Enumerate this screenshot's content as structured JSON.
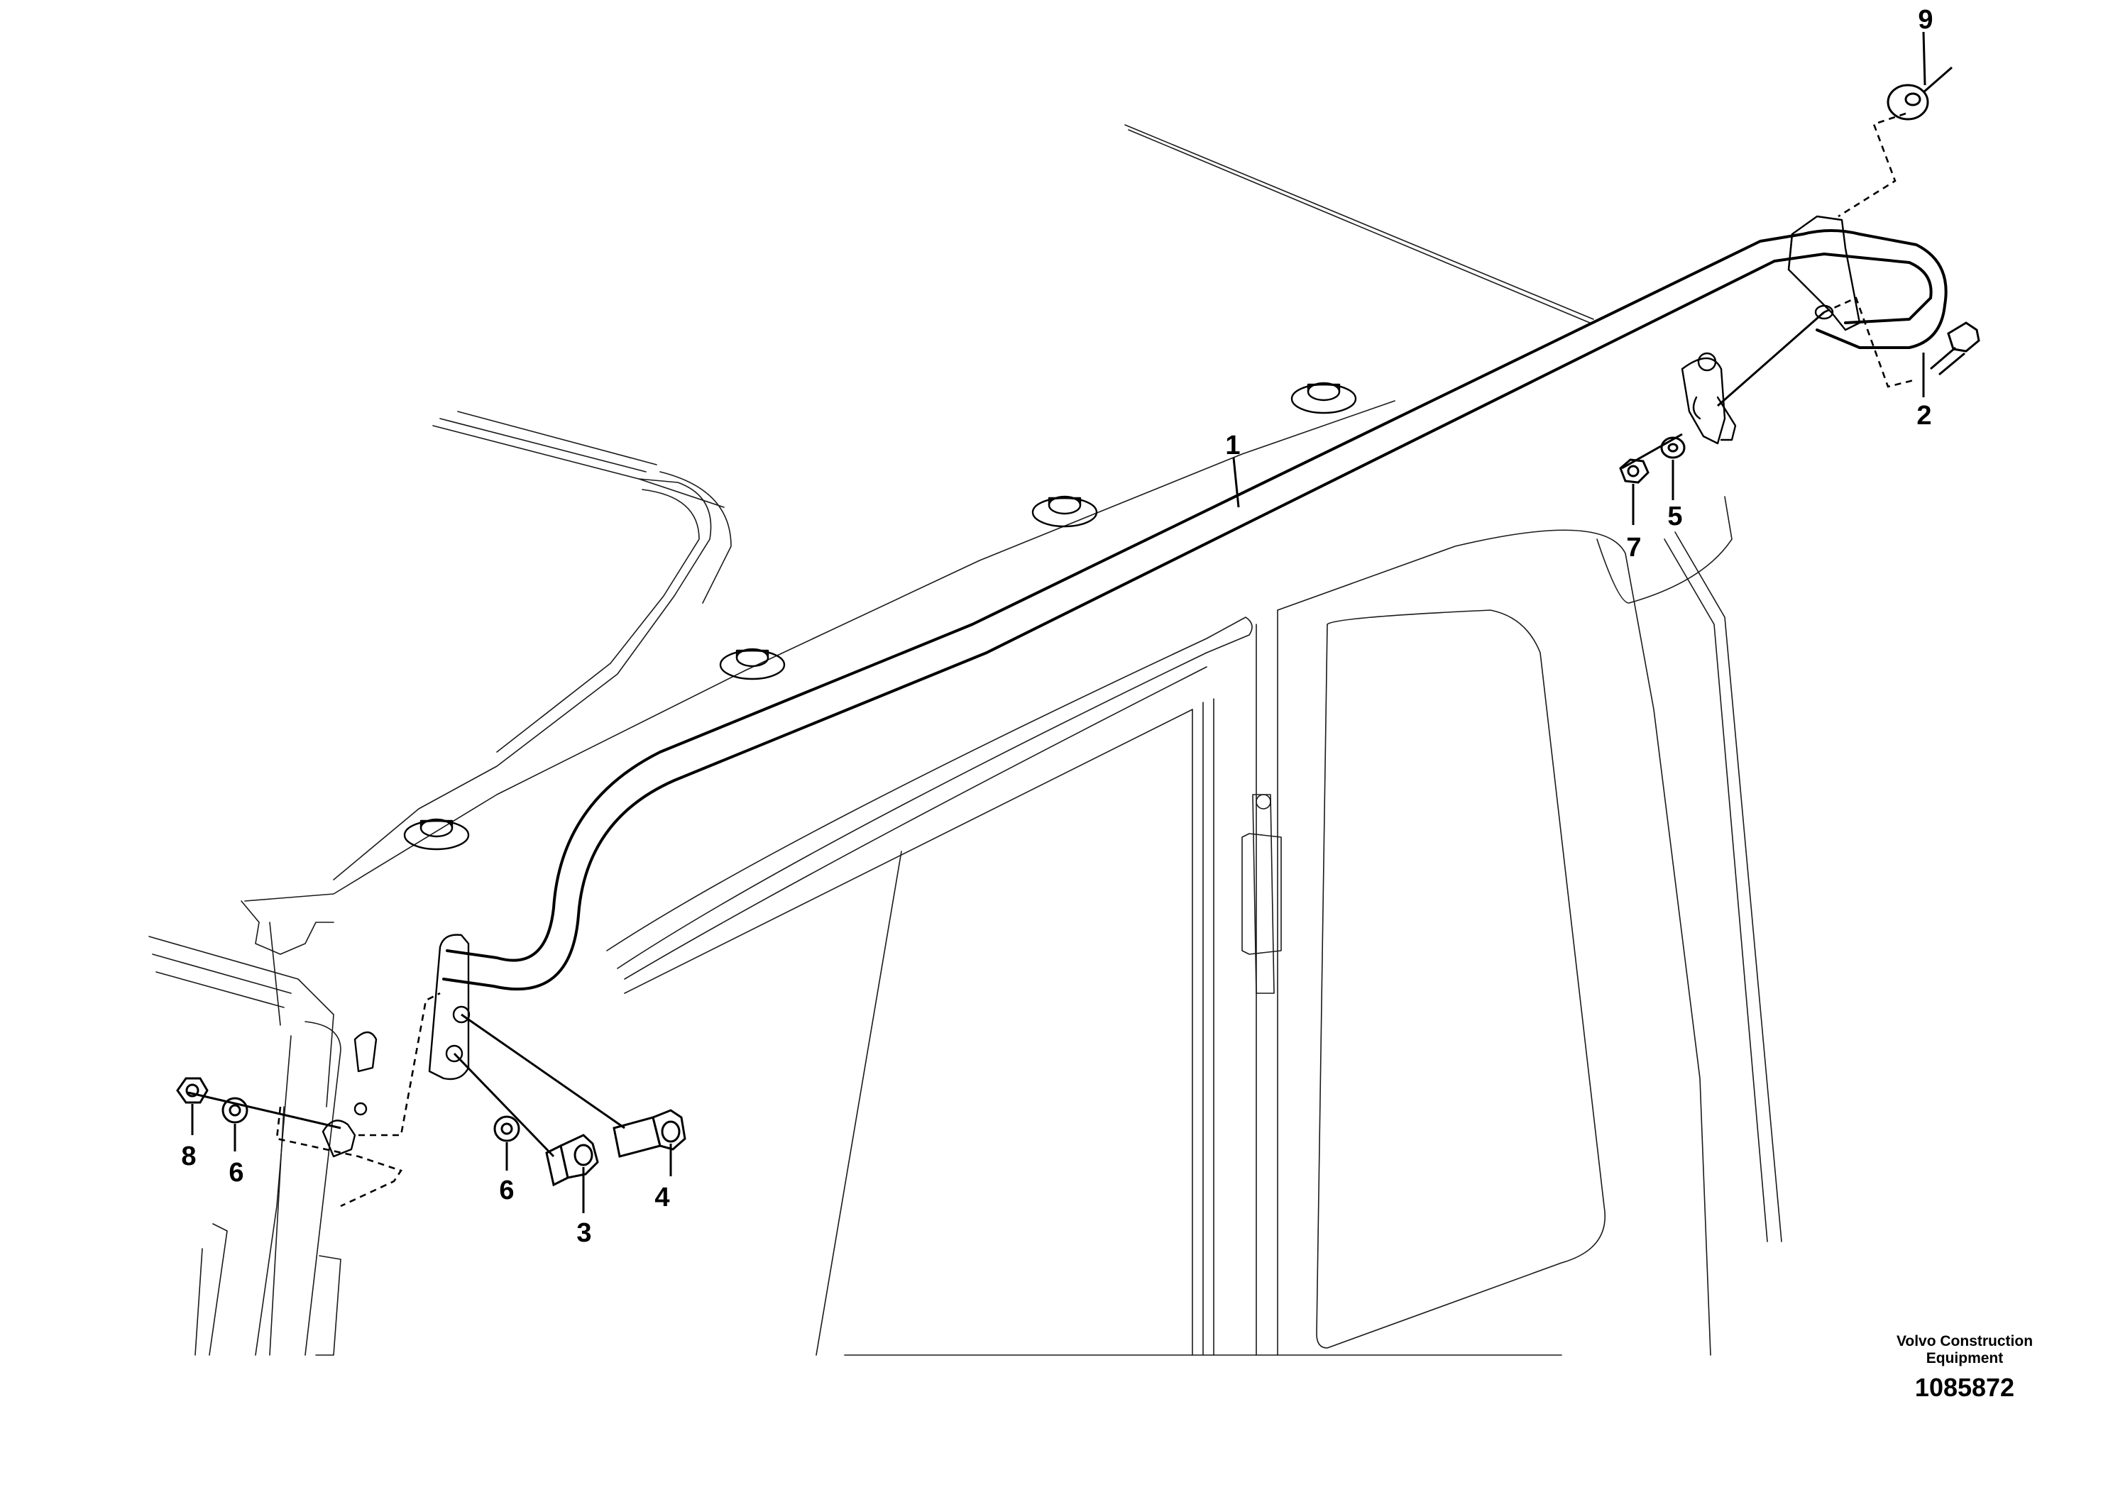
{
  "diagram": {
    "callouts": [
      {
        "id": "c1",
        "label": "1"
      },
      {
        "id": "c2",
        "label": "2"
      },
      {
        "id": "c3",
        "label": "3"
      },
      {
        "id": "c4",
        "label": "4"
      },
      {
        "id": "c5",
        "label": "5"
      },
      {
        "id": "c6a",
        "label": "6"
      },
      {
        "id": "c6b",
        "label": "6"
      },
      {
        "id": "c7",
        "label": "7"
      },
      {
        "id": "c8",
        "label": "8"
      },
      {
        "id": "c9",
        "label": "9"
      }
    ],
    "caption": {
      "line1": "Volvo Construction",
      "line2": "Equipment",
      "figure_number": "1085872"
    }
  }
}
